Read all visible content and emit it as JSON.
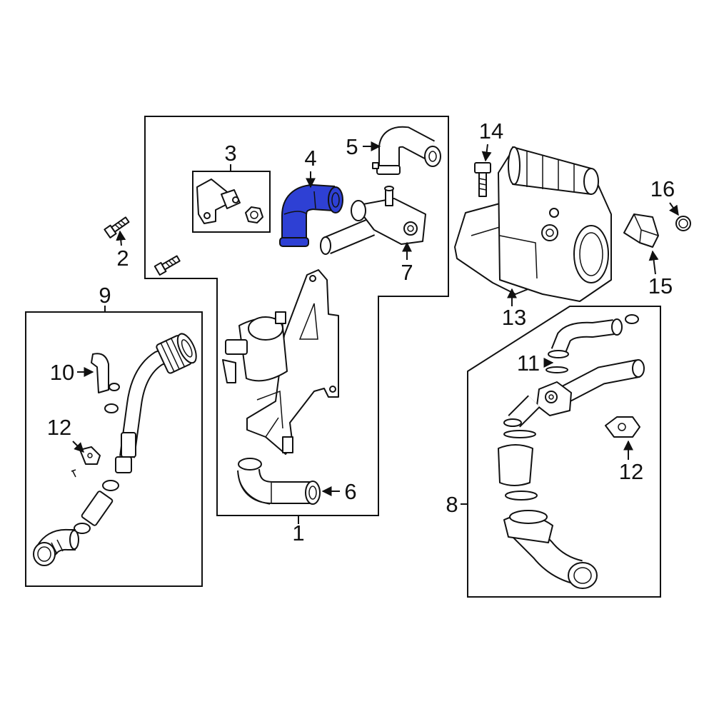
{
  "diagram": {
    "highlight_color": "#2e40d4",
    "line_color": "#111111",
    "callouts": {
      "c1": "1",
      "c2": "2",
      "c3": "3",
      "c4": "4",
      "c5": "5",
      "c6": "6",
      "c7": "7",
      "c8": "8",
      "c9": "9",
      "c10": "10",
      "c11": "11",
      "c12a": "12",
      "c12b": "12",
      "c13": "13",
      "c14": "14",
      "c15": "15",
      "c16": "16"
    }
  }
}
